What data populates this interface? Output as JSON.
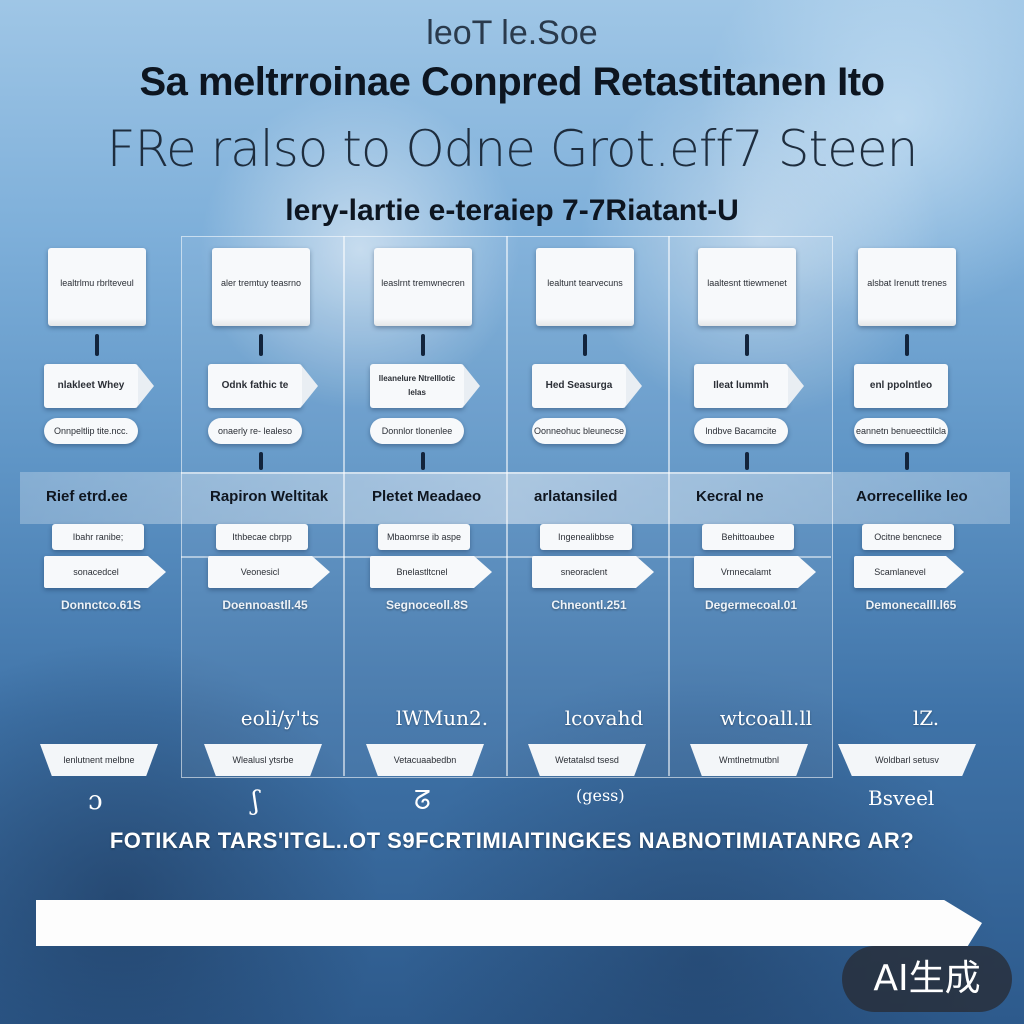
{
  "header": {
    "small": "leoT le.Soe",
    "main": "Sa meltrroinae Conpred Retastitanen Ito",
    "sub": "FRe ralso to Odne Grot.eff7 Steen",
    "third": "lery-lartie e-teraiep 7-7Riatant-U"
  },
  "columns": [
    {
      "top_card": "lealtrlmu rbrlteveul",
      "mid_card": "nlakleet Whey",
      "pill": "Onnpeltlip tite.ncc.",
      "band_label": "Rief etrd.ee",
      "small_card": "Ibahr ranibe;",
      "arrow_card": "sonacedcel",
      "low_text": "Donnctco.61S",
      "script_label": "",
      "tray": "lenlutnent melbne",
      "hook": "ɔ"
    },
    {
      "top_card": "aler tremtuy teasrno",
      "mid_card": "Odnk fathic te",
      "pill": "onaerly re- lealeso",
      "band_label": "Rapiron Weltitak",
      "small_card": "Ithbecae cbrpp",
      "arrow_card": "Veonesicl",
      "low_text": "Doennoastll.45",
      "script_label": "eoli/y'ts",
      "tray": "Wlealusl ytsrbe",
      "hook": "ʃ"
    },
    {
      "top_card": "leaslrnt tremwnecren",
      "mid_card": "lleanelure Ntrelllotic lelas",
      "pill": "Donnlor tlonenlee",
      "band_label": "Pletet Meadaeo",
      "small_card": "Mbaomrse ib aspe",
      "arrow_card": "Bnelastltcnel",
      "low_text": "Segnoceoll.8S",
      "script_label": "lWMun2.",
      "tray": "Vetacuaabedbn",
      "hook": "ᘔ"
    },
    {
      "top_card": "lealtunt tearvecuns",
      "mid_card": "Hed Seasurga",
      "pill": "Oonneohuc bleunecse",
      "band_label": "arlatansiled",
      "small_card": "Ingenealibbse",
      "arrow_card": "sneoraclent",
      "low_text": "Chneontl.251",
      "script_label": "lcovahd",
      "tray": "Wetatalsd tsesd",
      "hook": "(gess)"
    },
    {
      "top_card": "laaltesnt ttiewmenet",
      "mid_card": "Ileat lummh",
      "pill": "lndbve Bacamcite",
      "band_label": "Kecral ne",
      "small_card": "Behittoaubee",
      "arrow_card": "Vrnnecalamt",
      "low_text": "Degermecoal.01",
      "script_label": "wtcoall.ll",
      "tray": "Wmtlnetmutbnl",
      "hook": ""
    },
    {
      "top_card": "alsbat Irenutt trenes",
      "mid_card": "enl ppolntleo",
      "pill": "eannetn benueecttilcla",
      "band_label": "Aorrecellike leo",
      "small_card": "Ocitne bencnece",
      "arrow_card": "Scamlanevel",
      "low_text": "Demonecalll.l65",
      "script_label": "lZ.",
      "tray": "Woldbarl setusv",
      "hook": "Bsveel"
    }
  ],
  "footer": {
    "text": "FOTIKAR TARS'ITGL..OT S9FCRTIMIAITINGKES NABNOTIMIATANRG AR?",
    "bar_text": ""
  },
  "badge": "AI生成"
}
